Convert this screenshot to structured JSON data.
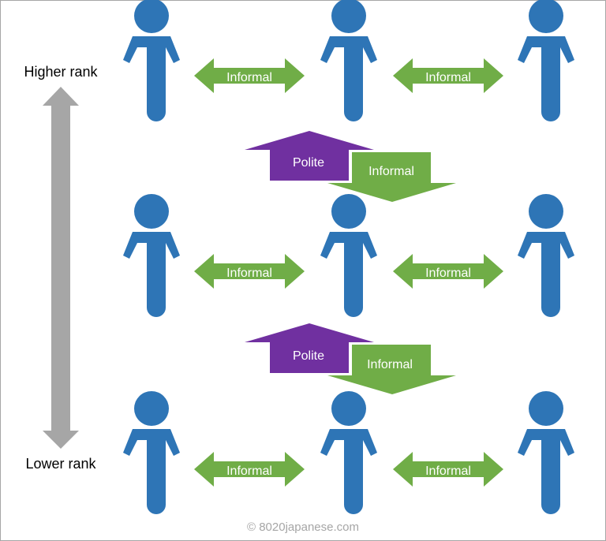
{
  "labels": {
    "higher_rank": "Higher rank",
    "lower_rank": "Lower rank",
    "informal": "Informal",
    "polite": "Polite",
    "copyright": "© 8020japanese.com"
  },
  "colors": {
    "person": "#2e75b6",
    "informal_arrow": "#70ad47",
    "polite_arrow": "#7030a0",
    "rank_arrow": "#a6a6a6",
    "arrow_text": "#ffffff",
    "label_text": "#000000",
    "copyright_text": "#a6a6a6"
  },
  "rows": [
    {
      "name": "top-row",
      "arrows": [
        "Informal",
        "Informal"
      ]
    },
    {
      "name": "middle-row",
      "arrows": [
        "Informal",
        "Informal"
      ]
    },
    {
      "name": "bottom-row",
      "arrows": [
        "Informal",
        "Informal"
      ]
    }
  ],
  "between_rows": [
    {
      "up": "Polite",
      "down": "Informal"
    },
    {
      "up": "Polite",
      "down": "Informal"
    }
  ]
}
